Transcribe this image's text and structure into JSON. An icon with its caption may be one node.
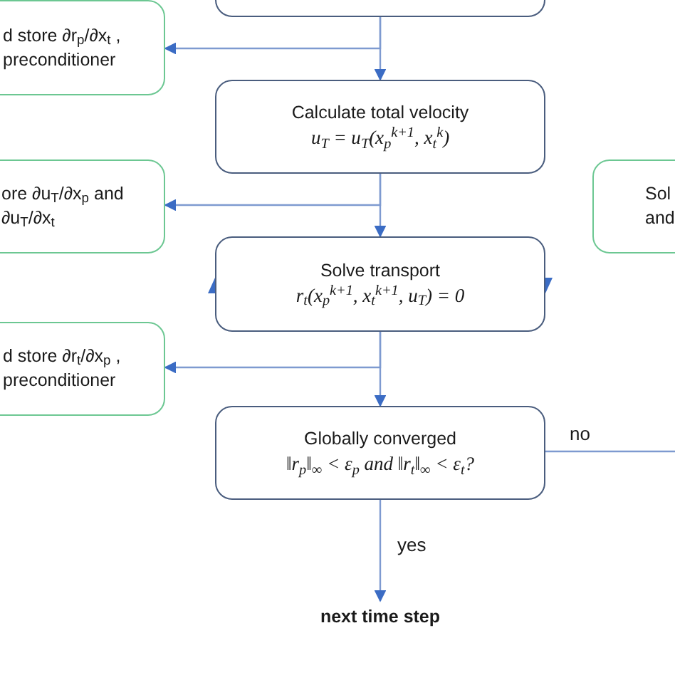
{
  "diagram": {
    "nodes": [
      {
        "text": [],
        "shape": "box"
      },
      {
        "text": [
          "d store ∂r$_{p}$/∂x$_{t}$ , preconditioner"
        ]
      },
      {
        "text": [
          "Calculate total velocity",
          "u$_{T}$ = u$_{T}$(x$_{p}$$^{k+1}$, x$_{t}$$^{k}$)"
        ]
      },
      {
        "text": [
          "ore ∂u$_{T}$/∂x$_{p}$ and ∂u$_{T}$/∂x$_{t}$"
        ]
      },
      {
        "text": [
          "Sol and"
        ]
      },
      {
        "text": [
          "Solve transport",
          "r$_{t}$(x$_{p}$$^{k+1}$, x$_{t}$$^{k+1}$, u$_{T}$) = 0"
        ]
      },
      {
        "text": [
          "d store ∂r$_{t}$/∂x$_{p}$ , preconditioner"
        ]
      },
      {
        "text": [
          "Globally converged",
          "‖r$_{p}$‖$_{∞}$ < ε$_{p}$ and ‖r$_{t}$‖$_{∞}$ < ε$_{t}$?"
        ]
      },
      {
        "text": [
          "next time step"
        ]
      }
    ],
    "edges": [
      {
        "from": 0,
        "to": 1,
        "arrow": "to"
      },
      {
        "from": 0,
        "to": 2,
        "arrow": "to"
      },
      {
        "from": 2,
        "to": 3,
        "arrow": "to"
      },
      {
        "from": 2,
        "to": 5,
        "arrow": "to"
      },
      {
        "from": 5,
        "to": 6,
        "arrow": "to"
      },
      {
        "from": 5,
        "to": 7,
        "arrow": "to"
      },
      {
        "from": 7,
        "to": 8,
        "label": "yes",
        "arrow": "to"
      },
      {
        "from": 7,
        "to": null,
        "label": "no",
        "arrow": "none"
      }
    ]
  }
}
